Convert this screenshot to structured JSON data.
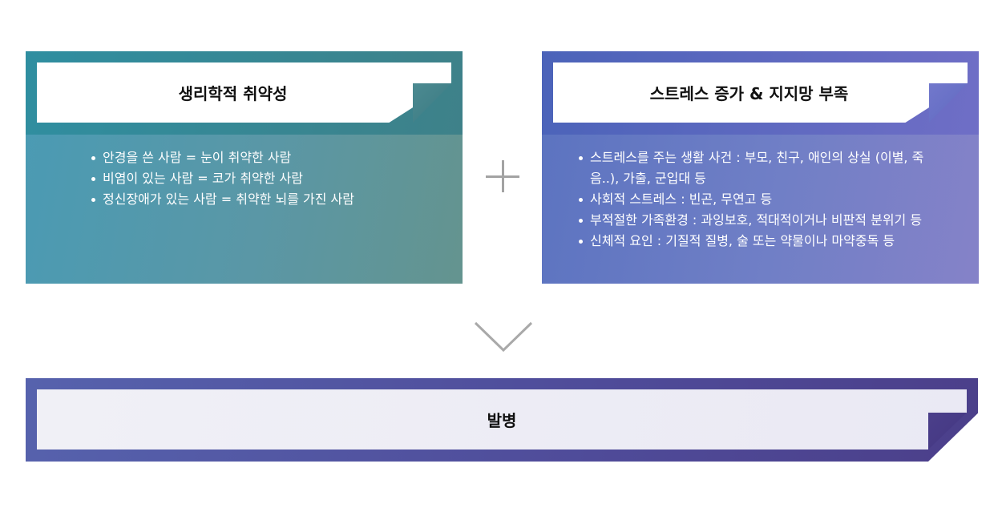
{
  "left_card": {
    "title": "생리학적 취약성",
    "items": [
      "안경을 쓴 사람 = 눈이 취약한 사람",
      "비염이 있는 사람 = 코가 취약한 사람",
      "정신장애가 있는 사람 = 취약한 뇌를 가진 사람"
    ]
  },
  "right_card": {
    "title": "스트레스 증가 & 지지망 부족",
    "items": [
      "스트레스를 주는 생활 사건 : 부모, 친구, 애인의 상실 (이별, 죽음..), 가출, 군입대 등",
      "사회적 스트레스 : 빈곤, 무연고 등",
      "부적절한 가족환경 : 과잉보호, 적대적이거나 비판적 분위기 등",
      "신체적 요인 : 기질적 질병, 술 또는 약물이나 마약중독 등"
    ]
  },
  "result": {
    "title": "발병"
  },
  "icons": {
    "plus": "plus-icon",
    "arrow": "chevron-down-icon"
  },
  "colors": {
    "left_accent": "#3e8a96",
    "right_accent": "#5f6cc2",
    "result_accent": "#4f4b99"
  }
}
